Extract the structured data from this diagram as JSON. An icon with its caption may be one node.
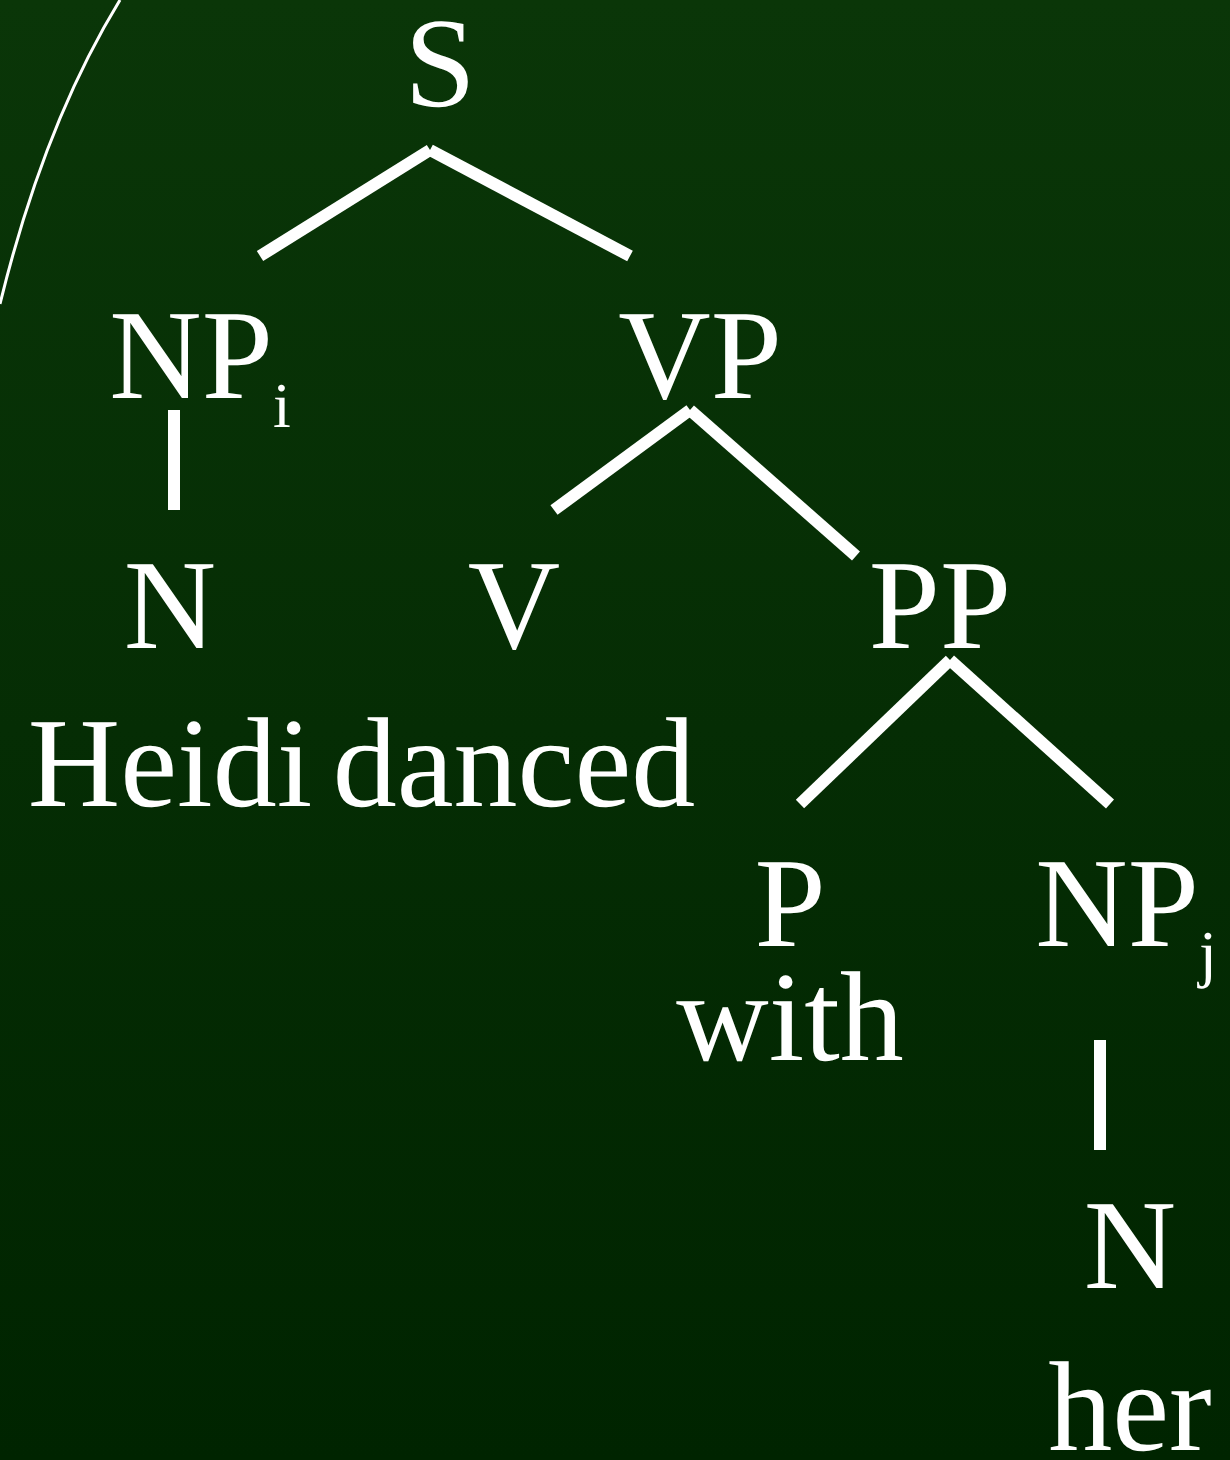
{
  "diagram": {
    "nodes": [
      {
        "text": [
          "S"
        ]
      },
      {
        "text": [
          "NP$_{i}$"
        ]
      },
      {
        "text": [
          "VP"
        ]
      },
      {
        "text": [
          "N"
        ],
        "beside": [
          "Heidi"
        ]
      },
      {
        "text": [
          "V"
        ],
        "beside": [
          "danced"
        ]
      },
      {
        "text": [
          "PP"
        ]
      },
      {
        "text": [
          "P"
        ],
        "beside": [
          "with"
        ]
      },
      {
        "text": [
          "NP$_{j}$"
        ]
      },
      {
        "text": [
          "N"
        ],
        "beside": [
          "her"
        ]
      }
    ],
    "edges": [
      {
        "from": 0,
        "to": 1,
        "arrow": "none"
      },
      {
        "from": 0,
        "to": 2,
        "arrow": "none"
      },
      {
        "from": 1,
        "to": 3,
        "arrow": "none"
      },
      {
        "from": 2,
        "to": 4,
        "arrow": "none"
      },
      {
        "from": 2,
        "to": 5,
        "arrow": "none"
      },
      {
        "from": 5,
        "to": 6,
        "arrow": "none"
      },
      {
        "from": 5,
        "to": 7,
        "arrow": "none"
      },
      {
        "from": 7,
        "to": 8,
        "arrow": "none"
      }
    ]
  }
}
